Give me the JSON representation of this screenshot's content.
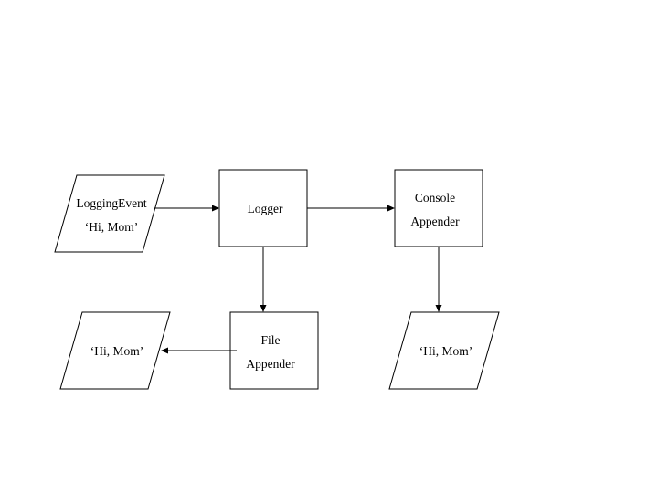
{
  "nodes": {
    "logging_event": {
      "line1": "LoggingEvent",
      "line2": "‘Hi, Mom’"
    },
    "logger": {
      "label": "Logger"
    },
    "console_appender": {
      "line1": "Console",
      "line2": "Appender"
    },
    "file_appender": {
      "line1": "File",
      "line2": "Appender"
    },
    "file_output": {
      "label": "‘Hi, Mom’"
    },
    "console_output": {
      "label": "‘Hi, Mom’"
    }
  },
  "edges": [
    {
      "from": "logging_event",
      "to": "logger"
    },
    {
      "from": "logger",
      "to": "console_appender"
    },
    {
      "from": "logger",
      "to": "file_appender"
    },
    {
      "from": "console_appender",
      "to": "console_output"
    },
    {
      "from": "file_appender",
      "to": "file_output"
    }
  ]
}
